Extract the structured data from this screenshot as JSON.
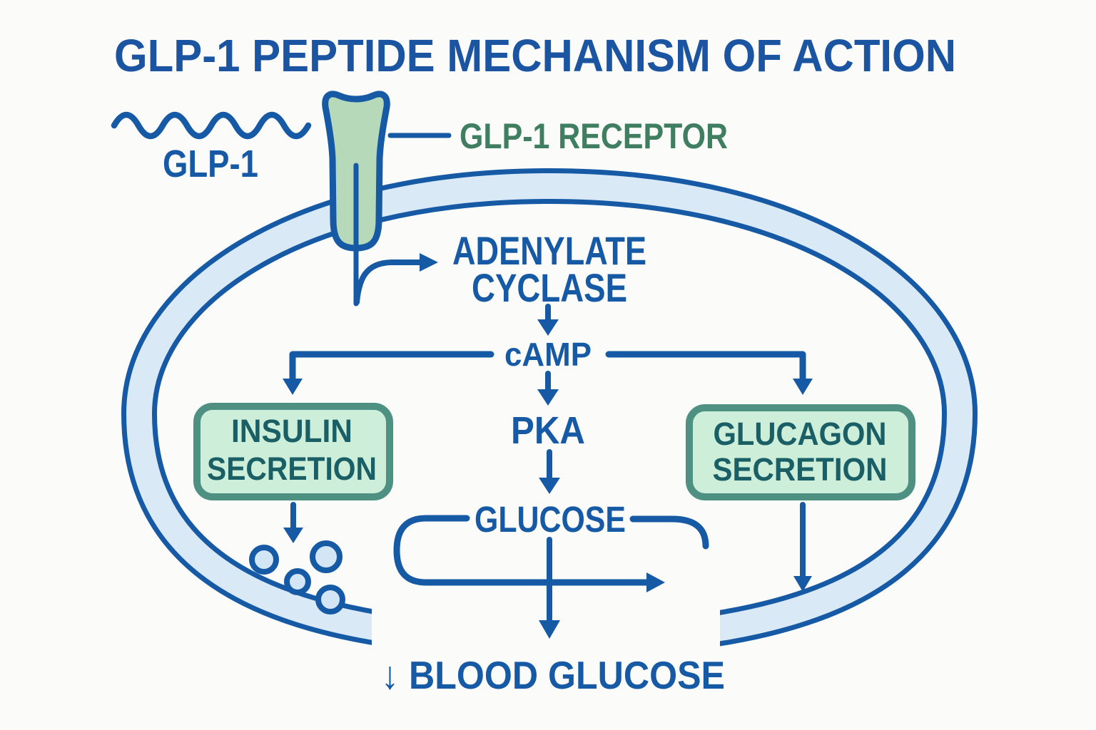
{
  "title": "GLP-1 PEPTIDE MECHANISM OF ACTION",
  "labels": {
    "glp1": "GLP-1",
    "receptor": "GLP-1 RECEPTOR",
    "adenylate_line1": "ADENYLATE",
    "adenylate_line2": "CYCLASE",
    "camp": "cAMP",
    "pka": "PKA",
    "glucose": "GLUCOSE",
    "blood_glucose": "↓ BLOOD GLUCOSE"
  },
  "boxes": {
    "insulin": {
      "line1": "INSULIN",
      "line2": "SECRETION"
    },
    "glucagon": {
      "line1": "GLUCAGON",
      "line2": "SECRETION"
    }
  },
  "icons": {
    "peptide_wave": "glp1-peptide-wavy-line",
    "receptor_shape": "transmembrane-receptor",
    "granules": "insulin-secretion-granules"
  },
  "colors": {
    "background": "#fbfcf9",
    "line_blue": "#1659a5",
    "title_blue": "#1b55a2",
    "membrane_fill": "#d9e9f6",
    "receptor_fill": "#b6d9ba",
    "box_fill": "#cdeed8",
    "box_border": "#4e9182",
    "box_text": "#1b5f66",
    "receptor_label_green": "#3f7e61",
    "granule_fill": "#d2e6f5"
  }
}
